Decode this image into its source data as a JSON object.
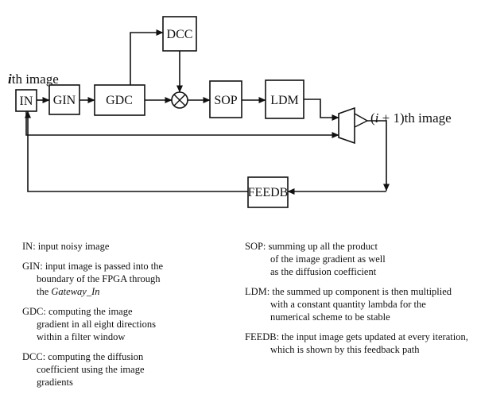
{
  "diagram": {
    "input_label_var": "i",
    "input_label_rest": "th image",
    "output_label_open": "(",
    "output_label_var": "i",
    "output_label_rest": " + 1)th image",
    "blocks": {
      "in": "IN",
      "gin": "GIN",
      "gdc": "GDC",
      "dcc": "DCC",
      "sop": "SOP",
      "ldm": "LDM",
      "feedb": "FEEDB"
    }
  },
  "legend": {
    "left": [
      {
        "lines": [
          "IN: input noisy image"
        ]
      },
      {
        "lines": [
          "GIN: input image is passed into the",
          "boundary of the FPGA through",
          "the "
        ],
        "italic": "Gateway_In"
      },
      {
        "lines": [
          "GDC: computing the image",
          "gradient in all eight directions",
          "within a filter window"
        ]
      },
      {
        "lines": [
          "DCC: computing the diffusion",
          "coefficient using the image",
          "gradients"
        ]
      }
    ],
    "right": [
      {
        "lines": [
          "SOP: summing up all the product",
          "of the image gradient as well",
          "as the diffusion coefficient"
        ]
      },
      {
        "lines": [
          "LDM: the summed up component is then multiplied",
          "with a constant quantity lambda for the",
          "numerical scheme to be stable"
        ]
      },
      {
        "lines": [
          "FEEDB: the input image gets updated at every iteration,",
          "which is shown by this feedback path"
        ]
      }
    ]
  }
}
